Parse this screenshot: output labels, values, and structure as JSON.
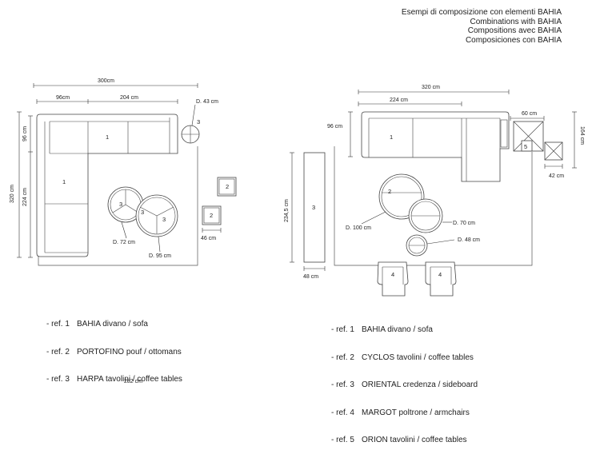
{
  "header": {
    "line1": "Esempi di composizione con elementi BAHIA",
    "line2": "Combinations with BAHIA",
    "line3": "Compositions  avec BAHIA",
    "line4": "Composiciones con BAHIA"
  },
  "left_plan": {
    "dim_total_width": "300cm",
    "dim_width_a": "96cm",
    "dim_width_b": "204 cm",
    "dim_height_total": "320 cm",
    "dim_height_a": "96 cm",
    "dim_height_b": "224 cm",
    "harpa_small_diam": "D. 43 cm",
    "harpa_mid_diam": "D. 72 cm",
    "harpa_large_diam": "D. 95 cm",
    "pouf_size": "46 cm",
    "ref1": "1",
    "ref2": "2",
    "ref3": "3"
  },
  "right_plan": {
    "dim_total_width": "320 cm",
    "dim_width_a": "224 cm",
    "dim_depth": "96 cm",
    "dim_orion_large": "60 cm",
    "dim_orion_small": "42 cm",
    "dim_height_right": "164 cm",
    "dim_credenza_length": "234,5 cm",
    "dim_credenza_depth": "48 cm",
    "cyclos_large_diam": "D. 100 cm",
    "cyclos_mid_diam": "D. 70 cm",
    "cyclos_small_diam": "D. 48 cm",
    "ref1": "1",
    "ref2": "2",
    "ref3": "3",
    "ref4": "4",
    "ref5": "5"
  },
  "legend_left": [
    {
      "ref": "- ref. 1",
      "text": "BAHIA divano / sofa"
    },
    {
      "ref": "- ref. 2",
      "text": "PORTOFINO pouf / ottomans"
    },
    {
      "ref": "- ref. 3",
      "text": "HARPA tavolini / coffee tables"
    }
  ],
  "legend_right": [
    {
      "ref": "- ref. 1",
      "text": "BAHIA divano / sofa"
    },
    {
      "ref": "- ref. 2",
      "text": "CYCLOS tavolini / coffee tables"
    },
    {
      "ref": "- ref. 3",
      "text": "ORIENTAL credenza / sideboard"
    },
    {
      "ref": "- ref. 4",
      "text": "MARGOT poltrone / armchairs"
    },
    {
      "ref": "- ref. 5",
      "text": "ORION tavolini / coffee tables"
    }
  ],
  "footnote": "282 cm"
}
